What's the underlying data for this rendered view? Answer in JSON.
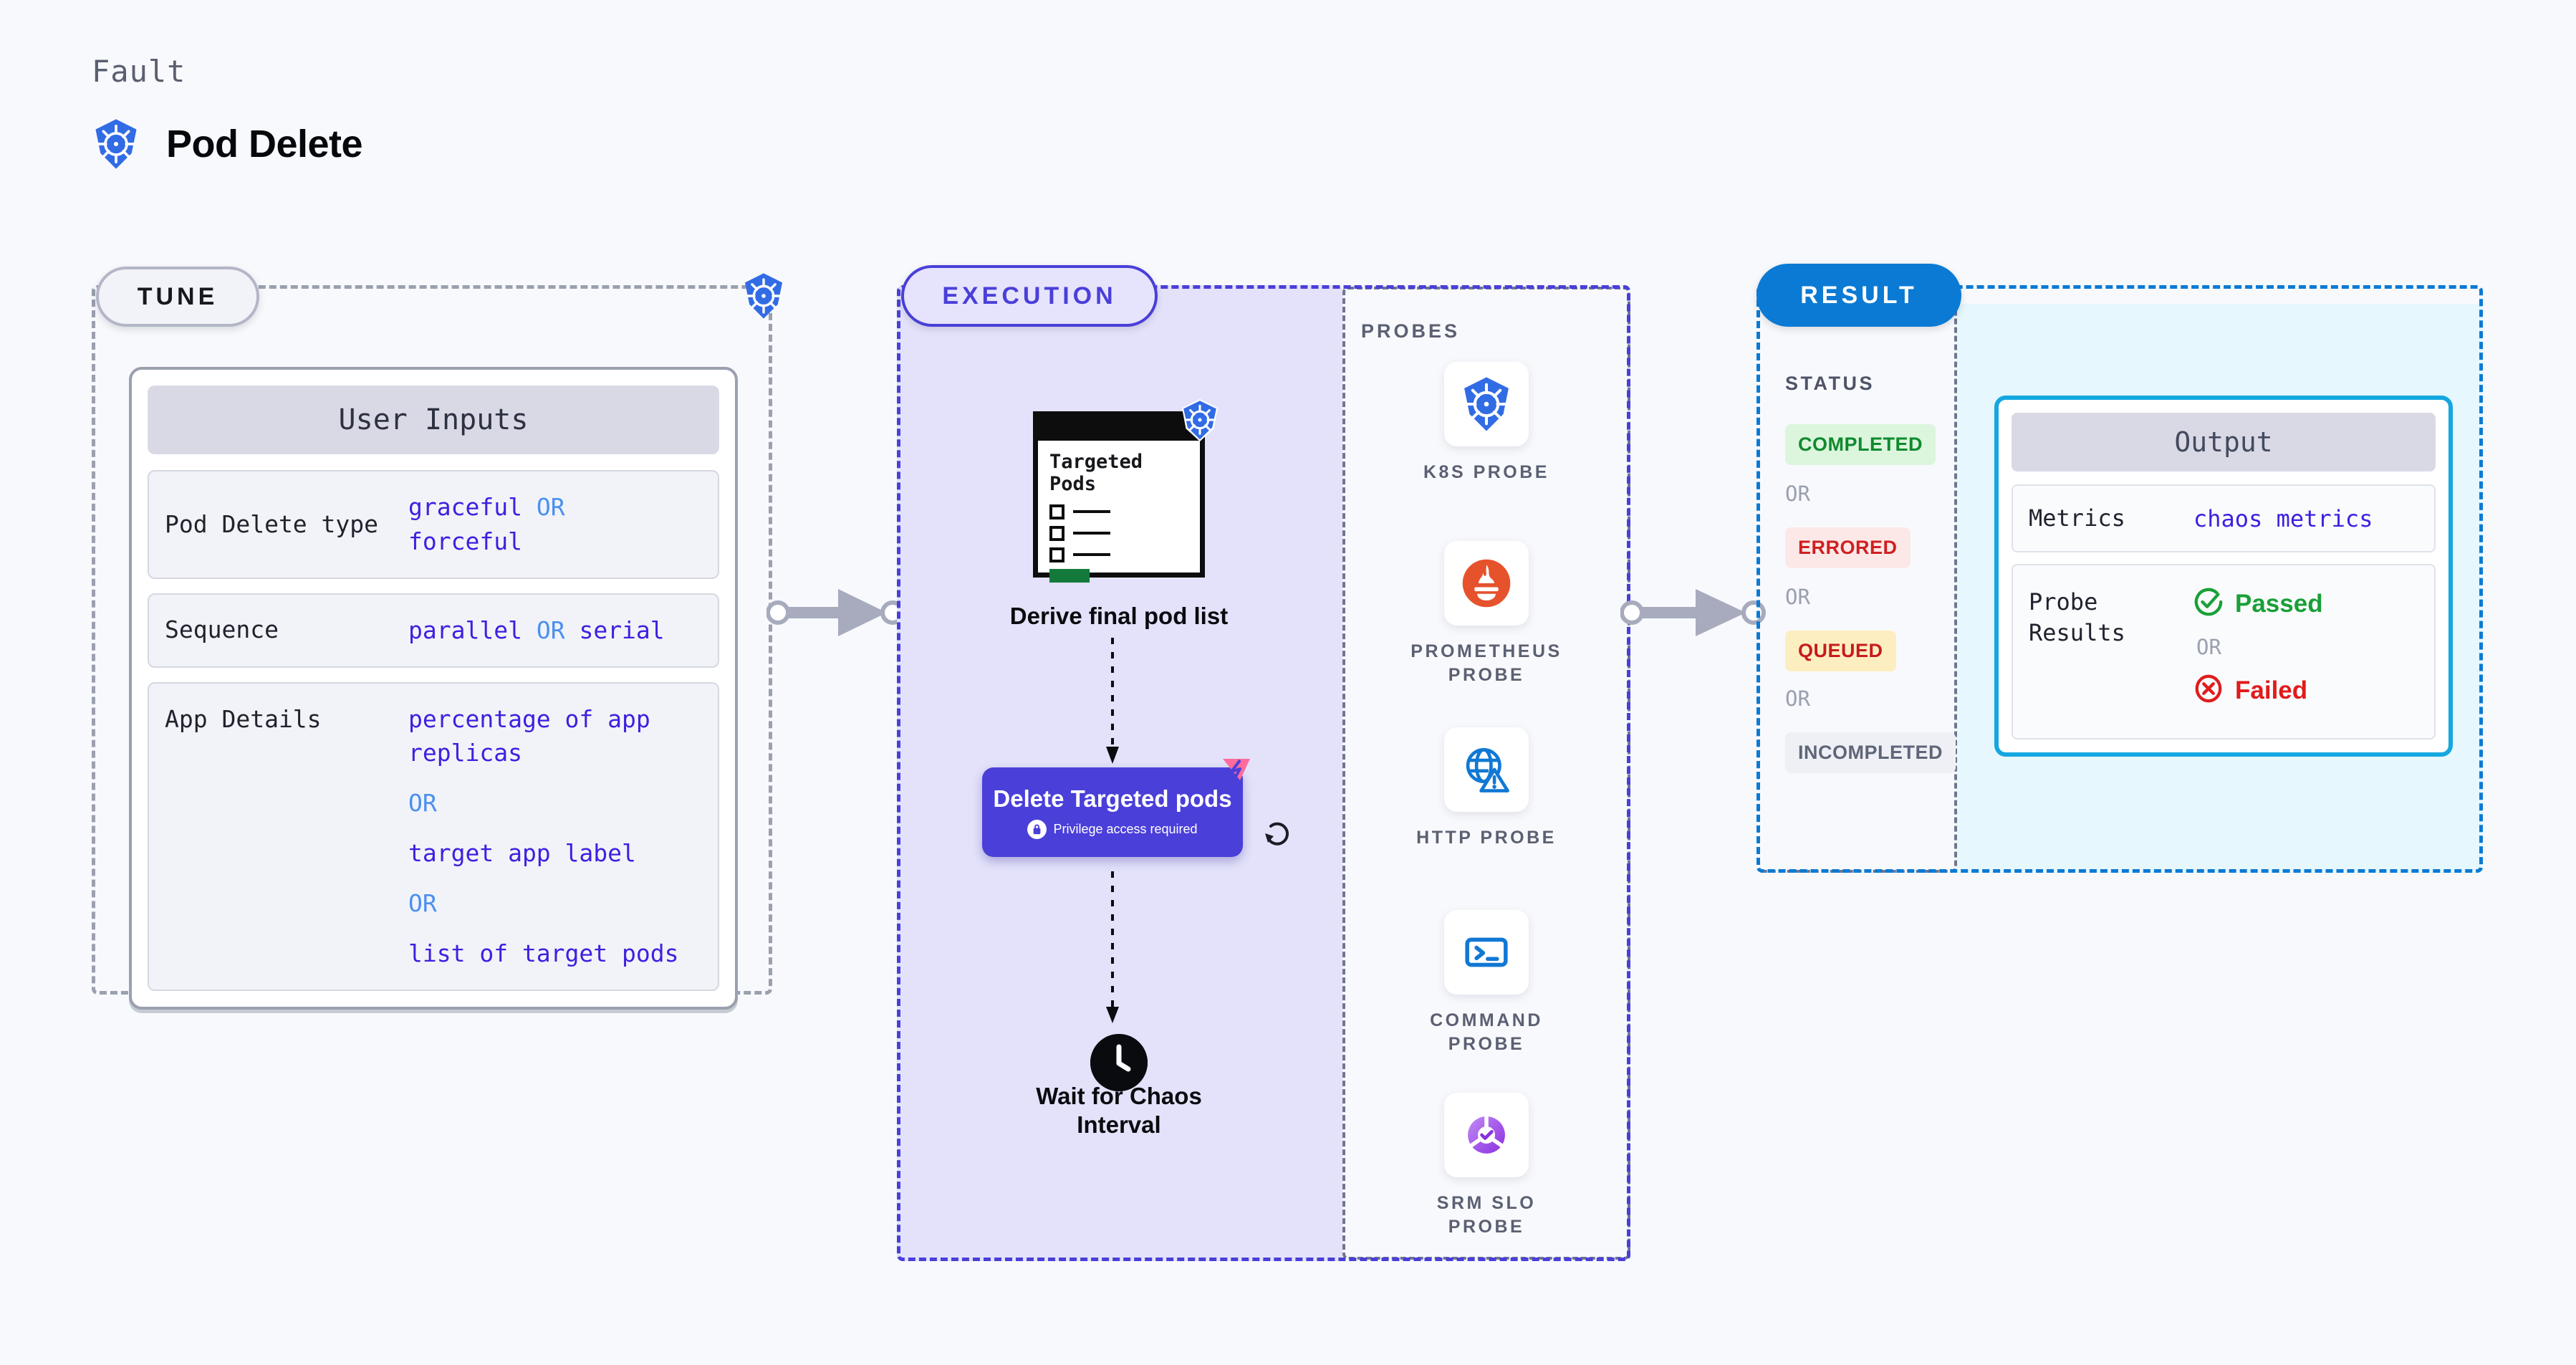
{
  "header": {
    "eyebrow": "Fault",
    "title": "Pod Delete",
    "icon": "kubernetes-logo"
  },
  "stages": {
    "tune": {
      "label": "TUNE"
    },
    "execution": {
      "label": "EXECUTION"
    },
    "result": {
      "label": "RESULT"
    }
  },
  "tune": {
    "card_title": "User Inputs",
    "rows": [
      {
        "key": "Pod Delete type",
        "values": [
          "graceful",
          "forceful"
        ],
        "separator": "OR",
        "inline": true
      },
      {
        "key": "Sequence",
        "values": [
          "parallel",
          "serial"
        ],
        "separator": "OR",
        "inline": true
      },
      {
        "key": "App Details",
        "values": [
          "percentage of app replicas",
          "target app label",
          "list of target pods"
        ],
        "separator": "OR",
        "inline": false
      }
    ],
    "badge_icon": "kubernetes-logo"
  },
  "execution": {
    "nodes": [
      {
        "id": "derive",
        "label": "Derive final pod list",
        "card_title": "Targeted Pods",
        "card_icon": "kubernetes-logo",
        "checkbox_count": 3
      },
      {
        "id": "delete",
        "label": "Delete Targeted pods",
        "note": "Privilege access required",
        "note_icon": "lock-icon",
        "corner_icon": "litmus-chaos-logo",
        "side_icon": "loop-retry-icon"
      },
      {
        "id": "wait",
        "label": "Wait for Chaos Interval",
        "icon": "clock-icon"
      }
    ],
    "probes_title": "PROBES",
    "probes": [
      {
        "name": "K8S PROBE",
        "icon": "kubernetes-logo"
      },
      {
        "name": "PROMETHEUS PROBE",
        "icon": "prometheus-logo"
      },
      {
        "name": "HTTP PROBE",
        "icon": "globe-warning-icon"
      },
      {
        "name": "COMMAND PROBE",
        "icon": "terminal-icon"
      },
      {
        "name": "SRM SLO PROBE",
        "icon": "srm-slo-icon"
      }
    ]
  },
  "result": {
    "status_title": "STATUS",
    "separator": "OR",
    "statuses": [
      {
        "label": "COMPLETED",
        "bg": "#dcf5dd",
        "fg": "#0f8a2e"
      },
      {
        "label": "ERRORED",
        "bg": "#fde8e8",
        "fg": "#cf2020"
      },
      {
        "label": "QUEUED",
        "bg": "#fdeec2",
        "fg": "#c61c1c"
      },
      {
        "label": "INCOMPLETED",
        "bg": "#eff0f5",
        "fg": "#606679"
      }
    ],
    "output": {
      "card_title": "Output",
      "metrics_key": "Metrics",
      "metrics_value": "chaos metrics",
      "probe_results_key": "Probe Results",
      "passed_label": "Passed",
      "failed_label": "Failed",
      "separator": "OR",
      "passed_icon": "check-circle-icon",
      "failed_icon": "x-circle-icon"
    }
  },
  "colors": {
    "background": "#f8f9fc",
    "accent_purple": "#4a3fd9",
    "accent_blue": "#0b7ad4",
    "accent_cyan": "#14a7e0",
    "k8s_blue": "#326ce5",
    "prometheus_orange": "#e6522c",
    "pass_green": "#19a038",
    "fail_red": "#e01b1b",
    "litmus_pink": "#ff6b9d"
  }
}
